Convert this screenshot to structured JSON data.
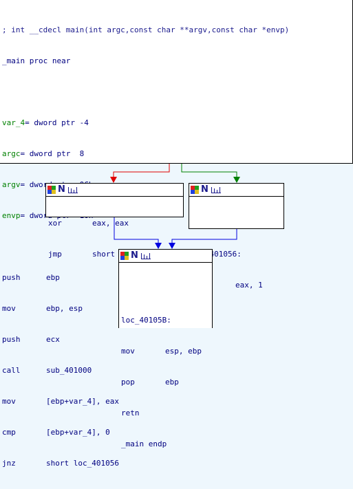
{
  "header_lines": [
    "; int __cdecl main(int argc,const char **argv,const char *envp)",
    "_main proc near"
  ],
  "vars": [
    {
      "name": "var_4",
      "suffix": "= dword ptr -4"
    },
    {
      "name": "argc",
      "suffix": "= dword ptr  8"
    },
    {
      "name": "argv",
      "suffix": "= dword ptr  0Ch"
    },
    {
      "name": "envp",
      "suffix": "= dword ptr  10h"
    }
  ],
  "top_instructions": [
    {
      "mn": "push",
      "op": "ebp"
    },
    {
      "mn": "mov",
      "op": "ebp, esp"
    },
    {
      "mn": "push",
      "op": "ecx"
    },
    {
      "mn": "call",
      "op": "sub_401000"
    },
    {
      "mn": "mov",
      "op": "[ebp+var_4], eax"
    },
    {
      "mn": "cmp",
      "op": "[ebp+var_4], 0"
    },
    {
      "mn": "jnz",
      "op": "short loc_401056"
    }
  ],
  "left_block": [
    {
      "mn": "xor",
      "op": "eax, eax"
    },
    {
      "mn": "jmp",
      "op": "short loc_40105B"
    }
  ],
  "right_block": {
    "label": "loc_401056:",
    "instructions": [
      {
        "mn": "mov",
        "op": "eax, 1"
      }
    ]
  },
  "bottom_block": {
    "label": "loc_40105B:",
    "instructions": [
      {
        "mn": "mov",
        "op": "esp, ebp"
      },
      {
        "mn": "pop",
        "op": "ebp"
      },
      {
        "mn": "retn",
        "op": ""
      }
    ],
    "footer": "_main endp"
  },
  "colors": {
    "background": "#eef7fd",
    "edge_false": "#e00000",
    "edge_true": "#008000",
    "edge_jump": "#0000e0"
  }
}
